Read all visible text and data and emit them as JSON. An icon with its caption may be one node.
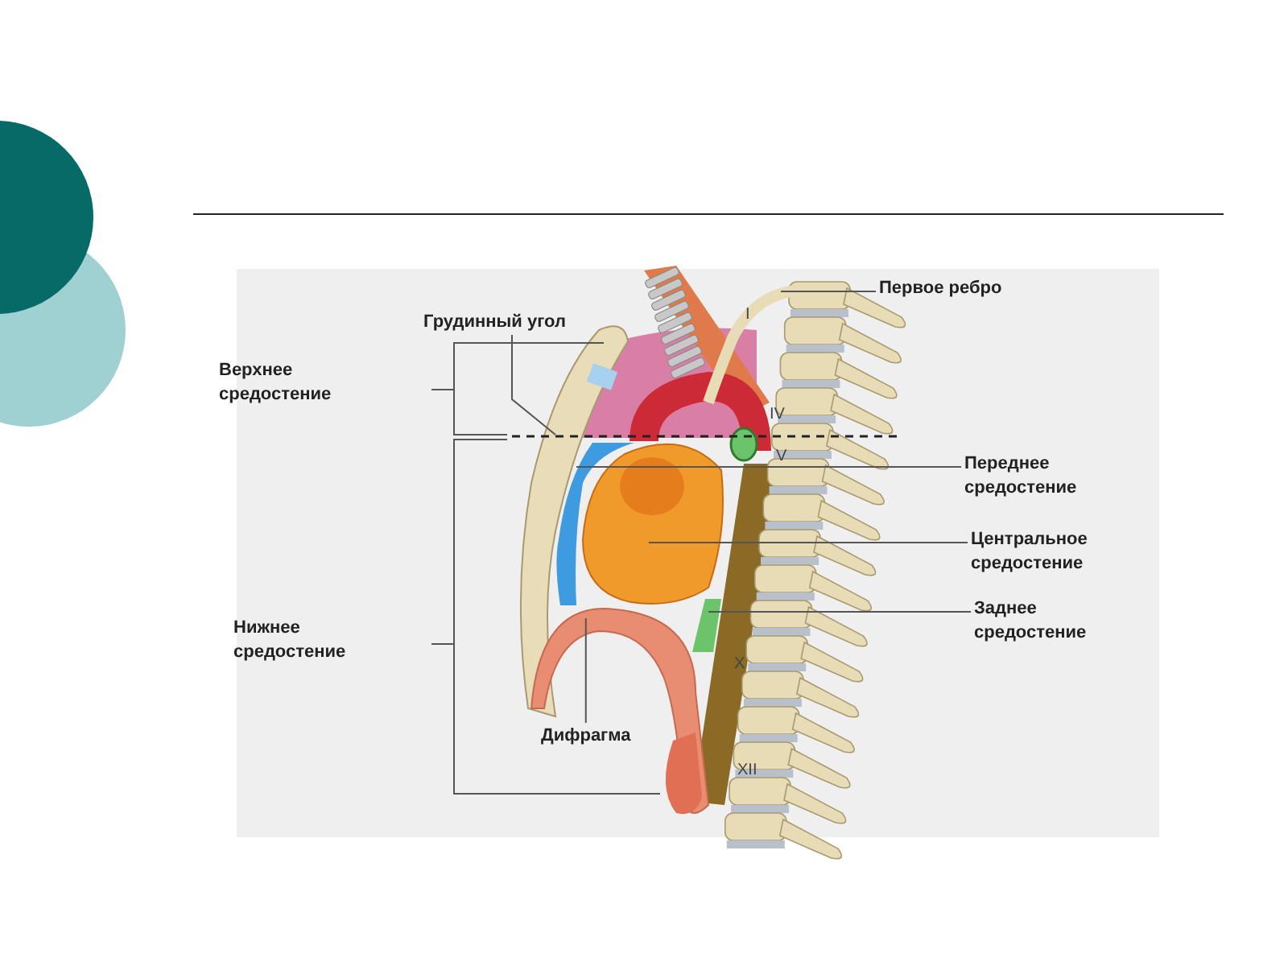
{
  "diagram": {
    "nodes": [
      {
        "text": [
          "Грудинный угол"
        ]
      },
      {
        "text": [
          "Первое ребро"
        ]
      },
      {
        "text": [
          "Верхнее средостение"
        ]
      },
      {
        "text": [
          "Переднее средостение"
        ]
      },
      {
        "text": [
          "Центральное средостение"
        ]
      },
      {
        "text": [
          "Нижнее средостение"
        ]
      },
      {
        "text": [
          "Заднее средостение"
        ]
      },
      {
        "text": [
          "Дифрагма"
        ]
      },
      {
        "text": [],
        "shape": "picture"
      },
      {
        "text": [],
        "shape": "picture"
      },
      {
        "text": [],
        "shape": "picture"
      },
      {
        "text": [],
        "shape": "picture"
      },
      {
        "text": [],
        "shape": "picture"
      },
      {
        "text": [],
        "shape": "picture"
      }
    ],
    "edges": [
      {
        "from": 0,
        "to": 8,
        "arrow": "none"
      },
      {
        "from": 1,
        "to": 9,
        "arrow": "none"
      },
      {
        "from": 3,
        "to": 10,
        "arrow": "none"
      },
      {
        "from": 4,
        "to": 11,
        "arrow": "none"
      },
      {
        "from": 6,
        "to": 12,
        "arrow": "none"
      },
      {
        "from": 7,
        "to": 13,
        "arrow": "none"
      }
    ],
    "labels": [
      "I",
      "IV",
      "V",
      "X",
      "XII"
    ]
  }
}
